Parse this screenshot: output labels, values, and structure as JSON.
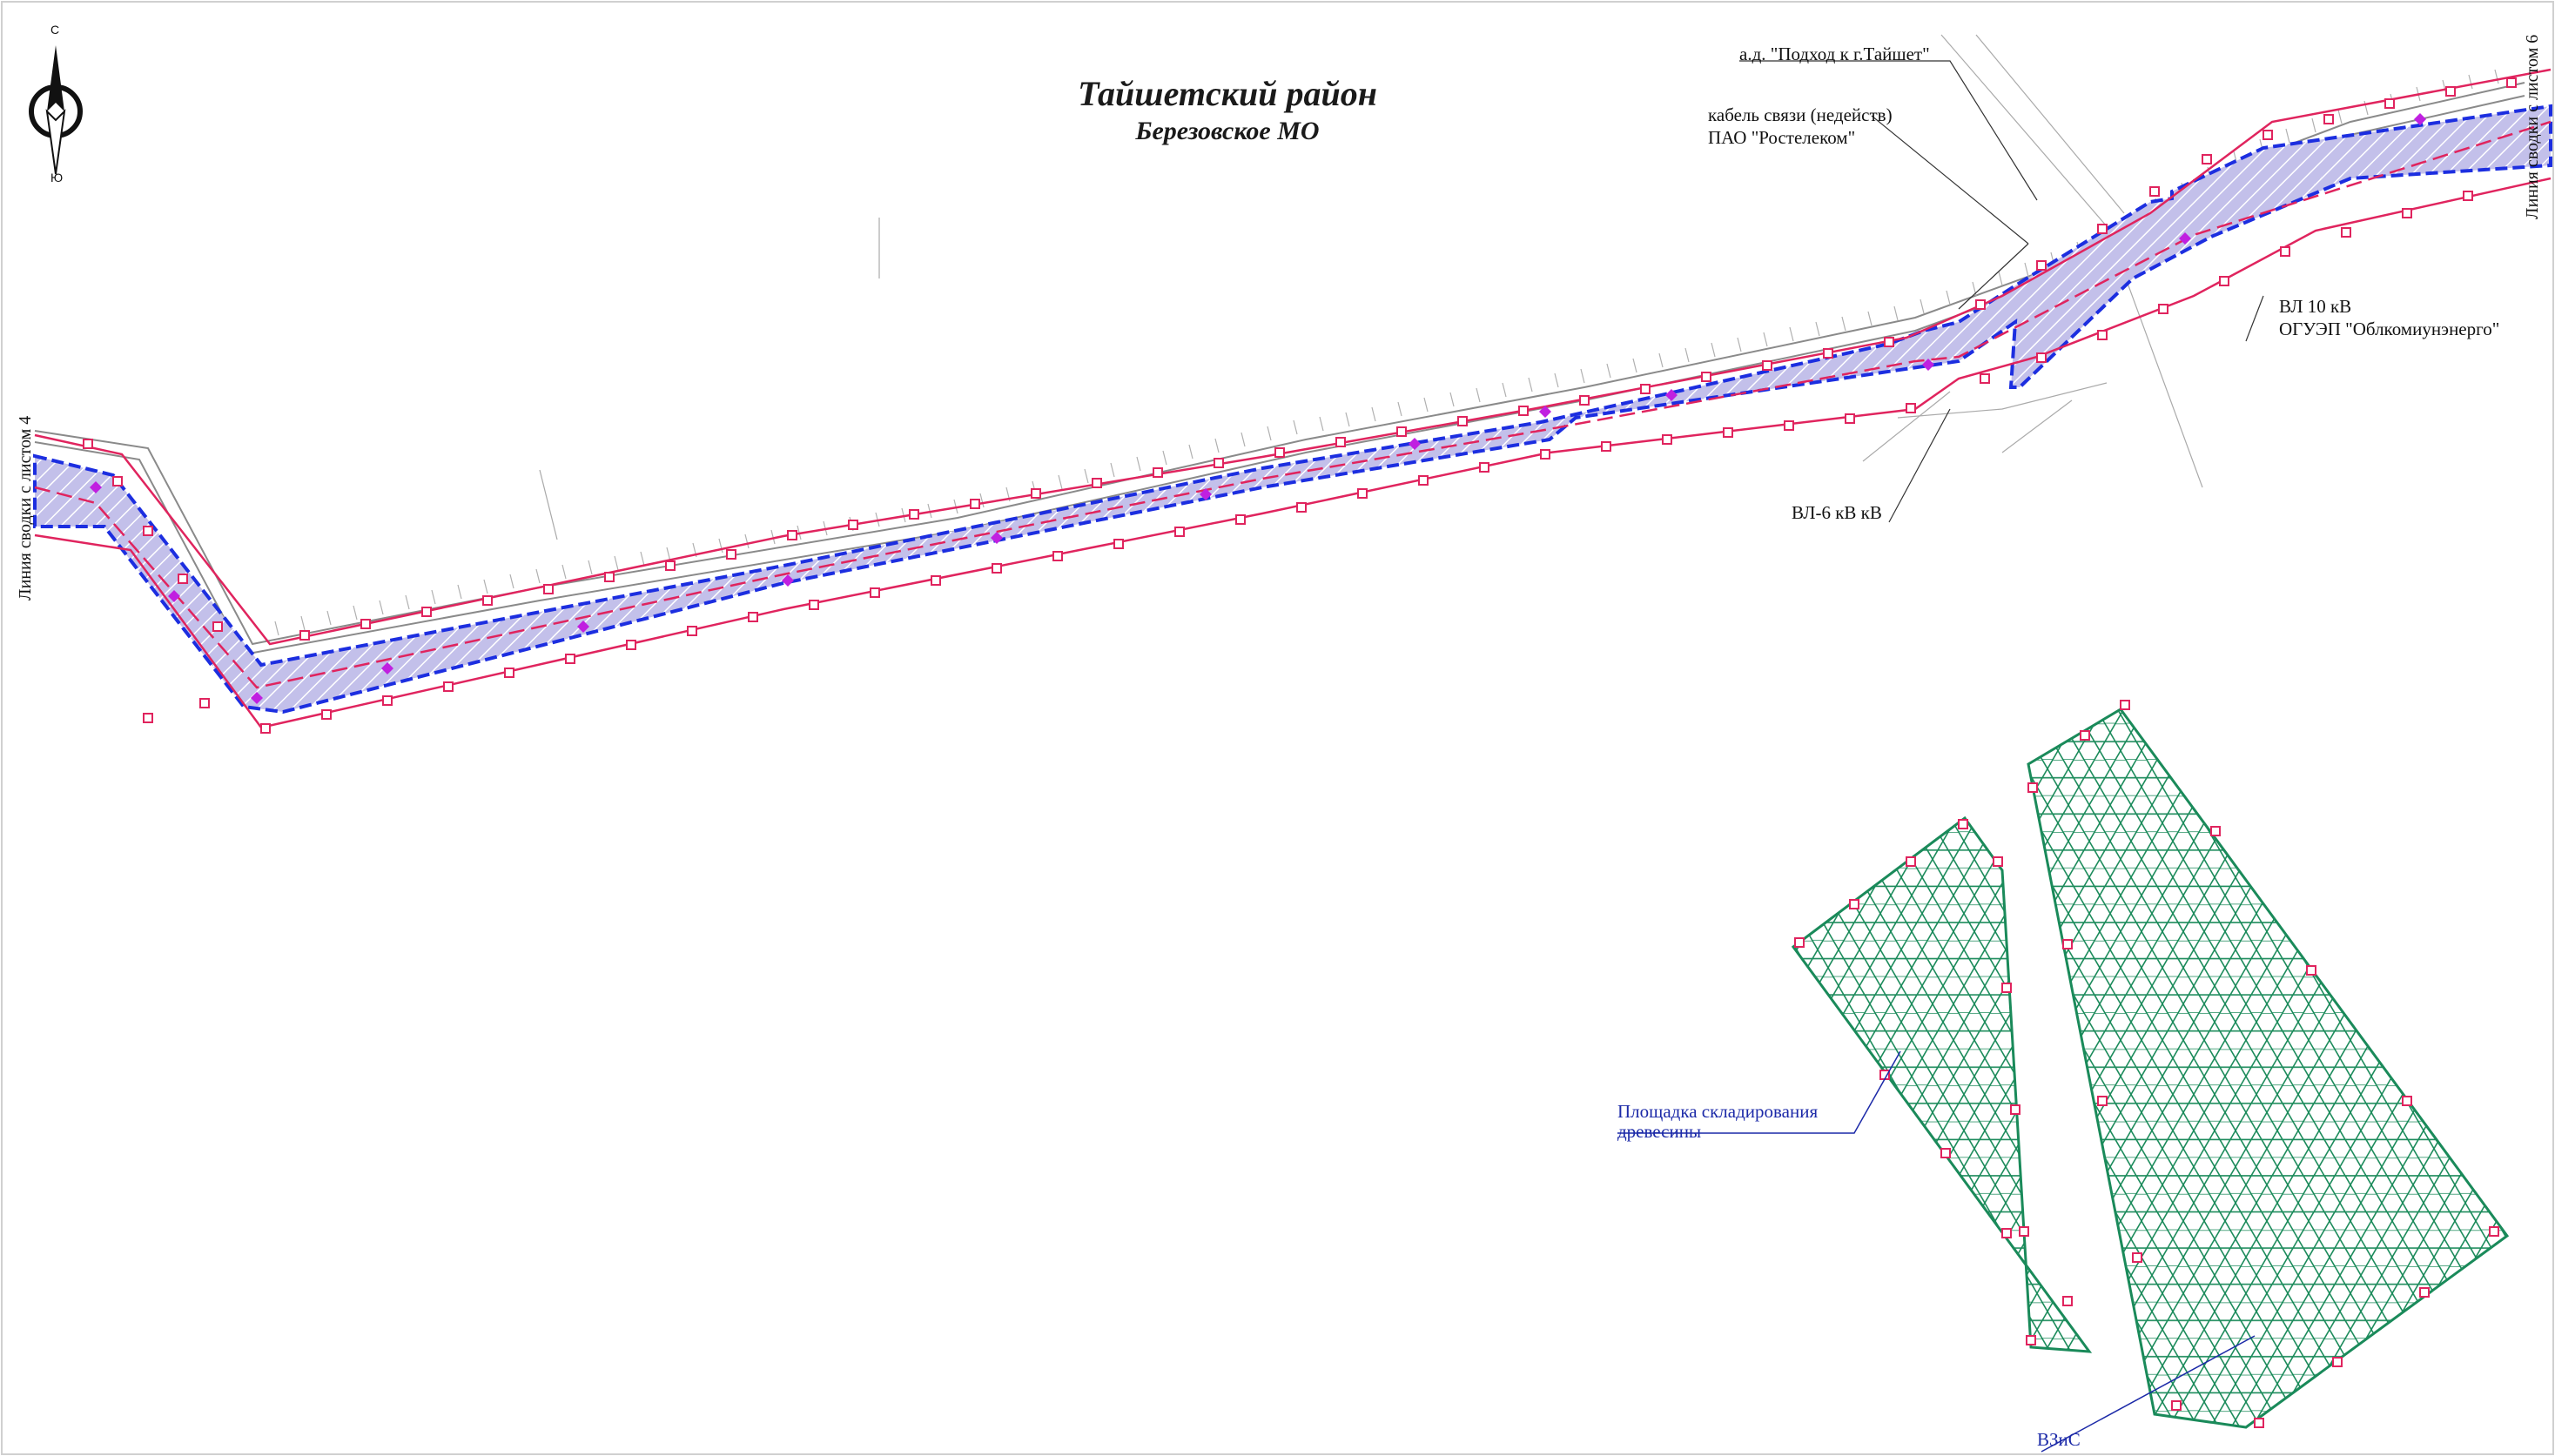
{
  "map": {
    "title": "Тайшетский район",
    "subtitle": "Березовское МО",
    "compass": {
      "north": "С",
      "south": "Ю"
    },
    "sheet_link_left": "Линия сводки с листом 4",
    "sheet_link_right": "Линия сводки с листом 6",
    "labels": {
      "road": "а.д. \"Подход к г.Тайшет\"",
      "cable_line1": "кабель связи (недейств)",
      "cable_line2": "ПАО \"Ростелеком\"",
      "vl10_line1": "ВЛ 10 кВ",
      "vl10_line2": "ОГУЭП \"Облкомиунэнерго\"",
      "vl6": "ВЛ-6 кВ кВ",
      "storage_line1": "Площадка складирования",
      "storage_line2": "древесины",
      "vzis": "ВЗиС"
    },
    "colors": {
      "corridor_fill": "#b9b6e6",
      "corridor_edge": "#1c2ee0",
      "boundary": "#e0245e",
      "axis": "#e0245e",
      "marker": "#c020e0",
      "storage_hatch": "#1a8a5a",
      "terrain": "#9a9a9a"
    }
  }
}
